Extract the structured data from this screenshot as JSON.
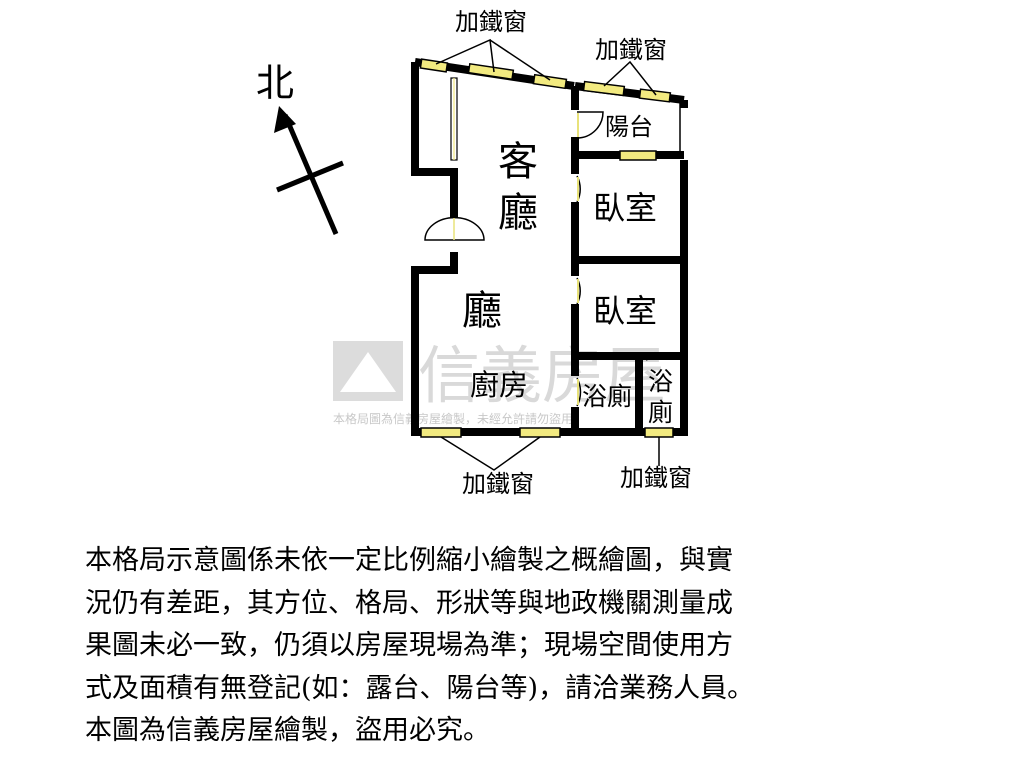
{
  "compass": {
    "label": "北"
  },
  "rooms": {
    "living_1": "客",
    "living_2": "廳",
    "dining": "廳",
    "kitchen": "廚房",
    "balcony": "陽台",
    "bedroom_1": "臥室",
    "bedroom_2": "臥室",
    "bath_1": "浴廁",
    "bath_2_line1": "浴",
    "bath_2_line2": "廁"
  },
  "window_labels": {
    "top_left": "加鐵窗",
    "top_right": "加鐵窗",
    "bottom_left": "加鐵窗",
    "bottom_right": "加鐵窗"
  },
  "watermark": {
    "brand": "信義房屋",
    "notice": "本格局圖為信義房屋繪製，未經允許請勿盜用，"
  },
  "disclaimer": [
    "本格局示意圖係未依一定比例縮小繪製之概繪圖，與實",
    "況仍有差距，其方位、格局、形狀等與地政機關測量成",
    "果圖未必一致，仍須以房屋現場為準；現場空間使用方",
    "式及面積有無登記(如：露台、陽台等)，請洽業務人員。",
    "本圖為信義房屋繪製，盜用必究。"
  ],
  "colors": {
    "wall": "#000000",
    "window_fill": "#f2ea80",
    "door_line": "#e8e27a",
    "watermark": "#d9d9d9"
  }
}
